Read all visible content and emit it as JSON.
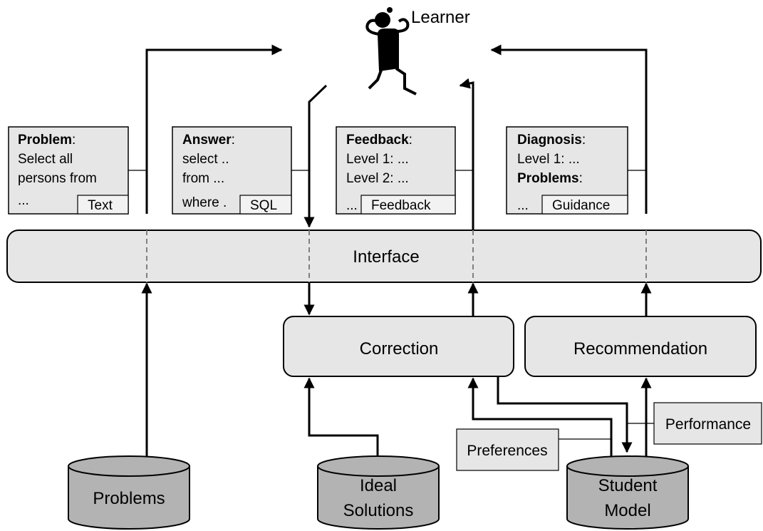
{
  "learner": {
    "label": "Learner"
  },
  "interface": {
    "label": "Interface"
  },
  "components": {
    "correction": "Correction",
    "recommendation": "Recommendation"
  },
  "databases": {
    "problems": [
      "Problems"
    ],
    "ideal_solutions": [
      "Ideal",
      "Solutions"
    ],
    "student_model": [
      "Student",
      "Model"
    ]
  },
  "notes": {
    "problem": {
      "heading": "Problem",
      "lines": [
        ":",
        "Select all",
        "persons from",
        "..."
      ],
      "tag": "Text"
    },
    "answer": {
      "heading": "Answer",
      "lines": [
        ":",
        "select ..",
        "from ...",
        "where ."
      ],
      "tag": "SQL"
    },
    "feedback": {
      "heading": "Feedback",
      "lines": [
        ":",
        "Level 1: ...",
        "Level 2: ...",
        "..."
      ],
      "tag": "Feedback"
    },
    "diagnosis": {
      "heading": "Diagnosis",
      "lines": [
        ":",
        "Level 1: ...",
        "Problems",
        ":",
        "..."
      ],
      "tag": "Guidance"
    }
  },
  "side_labels": {
    "preferences": "Preferences",
    "performance": "Performance"
  },
  "colors": {
    "box_fill": "#e6e6e6",
    "db_fill": "#b3b3b3",
    "label_fill": "#f2f2f2",
    "line": "#000000",
    "dashed": "#808080"
  }
}
